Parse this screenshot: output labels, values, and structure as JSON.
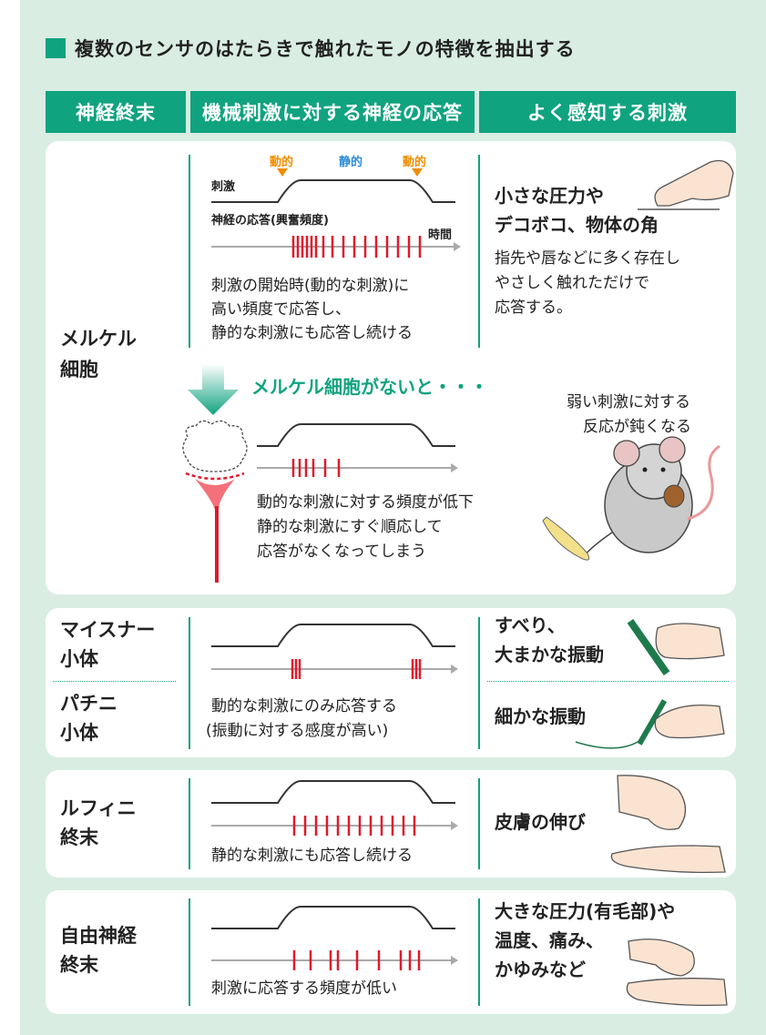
{
  "heading": "複数のセンサのはたらきで触れたモノの特徴を抽出する",
  "header": {
    "col1": "神経終末",
    "col2": "機械刺激に対する神経の応答",
    "col3": "よく感知する刺激"
  },
  "merkel": {
    "name_line1": "メルケル",
    "name_line2": "細胞",
    "label_dynamic1": "動的",
    "label_static": "静的",
    "label_dynamic2": "動的",
    "label_stimulus": "刺激",
    "label_response": "神経の応答(興奮頻度)",
    "label_time": "時間",
    "desc_line1": "刺激の開始時(動的な刺激)に",
    "desc_line2": "高い頻度で応答し、",
    "desc_line3": "静的な刺激にも応答し続ける",
    "sense_line1": "小さな圧力や",
    "sense_line2": "デコボコ、物体の角",
    "sense_line3": "指先や唇などに多く存在し",
    "sense_line4": "やさしく触れただけで",
    "sense_line5": "応答する。",
    "without_title": "メルケル細胞がないと・・・",
    "without_line1": "動的な刺激に対する頻度が低下",
    "without_line2": "静的な刺激にすぐ順応して",
    "without_line3": "応答がなくなってしまう",
    "mouse_line1": "弱い刺激に対する",
    "mouse_line2": "反応が鈍くなる"
  },
  "meissner": {
    "name_line1": "マイスナー",
    "name_line2": "小体",
    "sense_line1": "すべり、",
    "sense_line2": "大まかな振動"
  },
  "pacini": {
    "name_line1": "パチニ",
    "name_line2": "小体",
    "sense": "細かな振動"
  },
  "meissner_pacini_desc": {
    "line1": "動的な刺激にのみ応答する",
    "line2": "(振動に対する感度が高い)"
  },
  "ruffini": {
    "name_line1": "ルフィニ",
    "name_line2": "終末",
    "desc": "静的な刺激にも応答し続ける",
    "sense": "皮膚の伸び"
  },
  "free": {
    "name_line1": "自由神経",
    "name_line2": "終末",
    "desc": "刺激に応答する頻度が低い",
    "sense_line1": "大きな圧力(有毛部)や",
    "sense_line2": "温度、痛み、",
    "sense_line3": "かゆみなど"
  },
  "colors": {
    "accent": "#10a37f",
    "background": "#d9ede3",
    "spike": "#e0192b",
    "label_orange": "#f08c00",
    "label_blue": "#2b8ad6"
  }
}
